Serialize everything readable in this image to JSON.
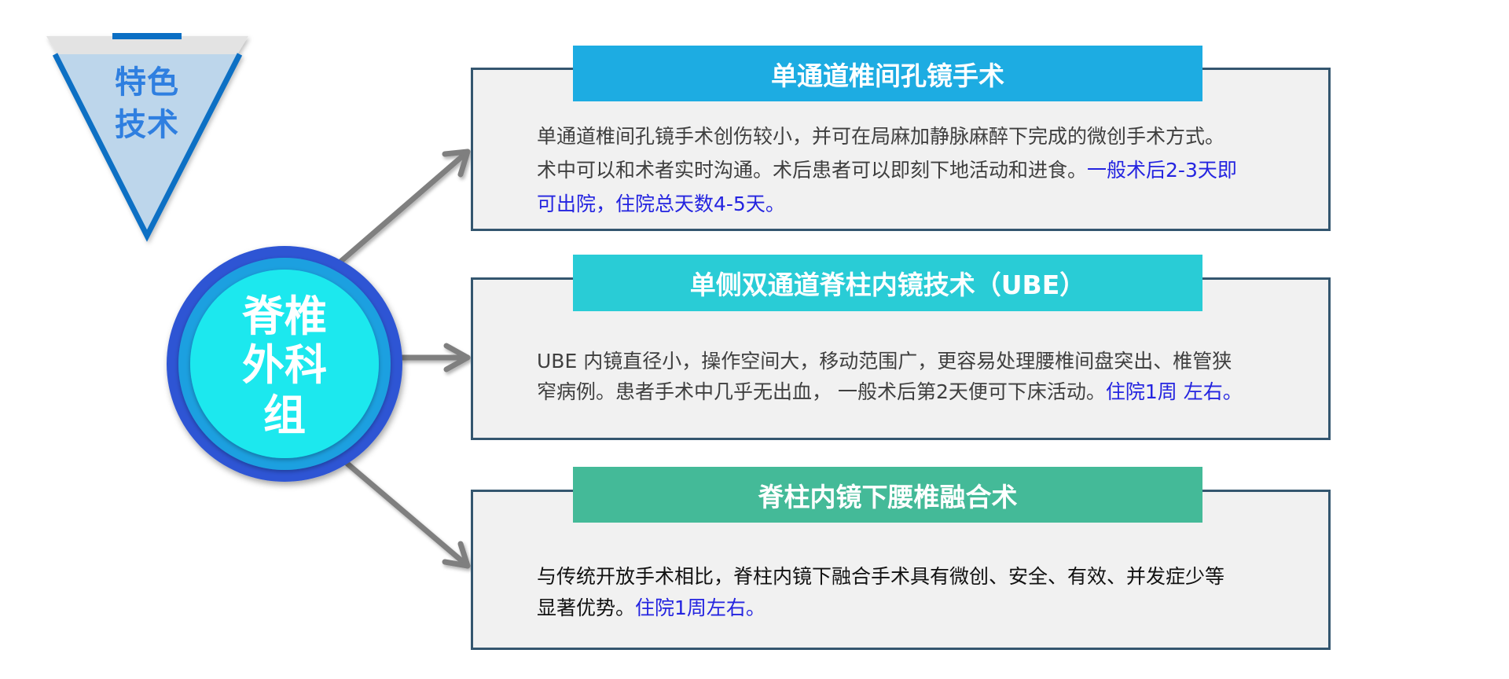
{
  "badge": {
    "line1": "特色",
    "line2": "技术",
    "colors": {
      "band": "#e3e3e3",
      "fill": "#bdd6eb",
      "stroke": "#0b6fc4",
      "text": "#2f7fe0"
    }
  },
  "hub": {
    "line1": "脊椎",
    "line2": "外科",
    "line3": "组",
    "colors": {
      "outer": "#2f55d4",
      "middle": "#1fa0e0",
      "inner": "#1ee8ee"
    }
  },
  "arrows": {
    "color": "#7f7f7f",
    "count": 3
  },
  "cards": [
    {
      "title": "单通道椎间孔镜手术",
      "header_color": "#1dace2",
      "line1": "单通道椎间孔镜手术创伤较小，并可在局麻加静脉麻醉下完成的微创手术方式。",
      "line2_plain": "术中可以和术者实时沟通。术后患者可以即刻下地活动和进食。",
      "line2_highlight": "一般术后2-3天即",
      "line3_highlight": "可出院，住院总天数4-5天。"
    },
    {
      "title": "单侧双通道脊柱内镜技术（UBE）",
      "header_color": "#29ccd6",
      "line1": "UBE 内镜直径小，操作空间大，移动范围广，更容易处理腰椎间盘突出、椎管狭",
      "line2_plain": "窄病例。患者手术中几乎无出血， 一般术后第2天便可下床活动。",
      "line2_highlight": "住院1周 左右。"
    },
    {
      "title": "脊柱内镜下腰椎融合术",
      "header_color": "#44ba98",
      "line1": "与传统开放手术相比，脊柱内镜下融合手术具有微创、安全、有效、并发症少等",
      "line2_plain": "显著优势。",
      "line2_highlight": "住院1周左右。"
    }
  ]
}
